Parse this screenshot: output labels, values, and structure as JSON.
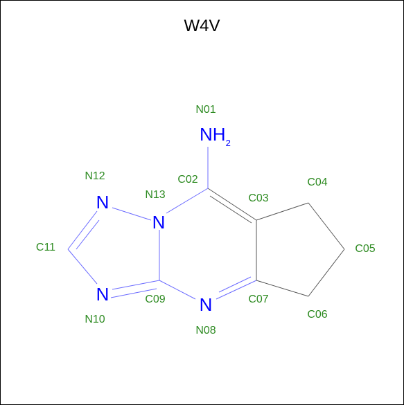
{
  "title": "W4V",
  "colors": {
    "label": "#2e8b22",
    "heteroatom": "#0000ff",
    "carbon_bond": "#555555",
    "nitrogen_bond": "#6b6bff"
  },
  "atom_labels": {
    "N01": "N01",
    "C02": "C02",
    "C03": "C03",
    "C04": "C04",
    "C05": "C05",
    "C06": "C06",
    "C07": "C07",
    "N08": "N08",
    "C09": "C09",
    "N10": "N10",
    "C11": "C11",
    "N12": "N12",
    "N13": "N13"
  },
  "heteroatoms": {
    "nh2_main": "NH",
    "nh2_sub": "2",
    "N08": "N",
    "N10": "N",
    "N12": "N",
    "N13": "N"
  }
}
